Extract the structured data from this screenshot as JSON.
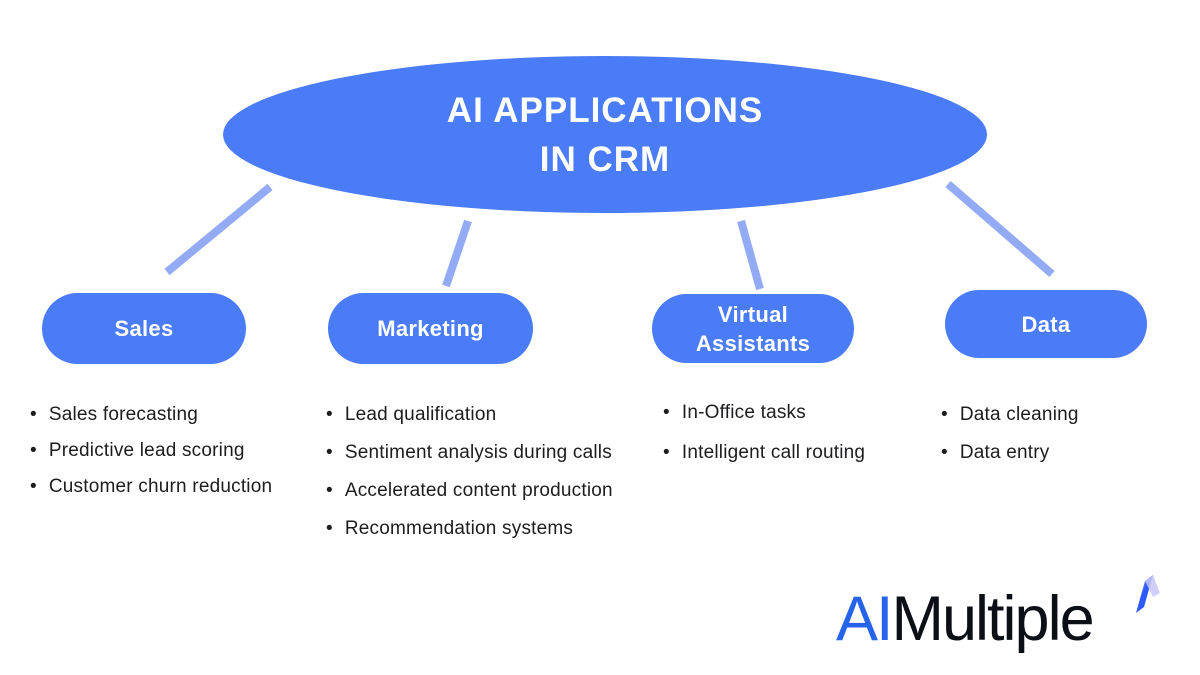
{
  "diagram": {
    "title_line1": "AI APPLICATIONS",
    "title_line2": "IN CRM"
  },
  "branches": [
    {
      "label": "Sales",
      "items": [
        "Sales forecasting",
        "Predictive lead scoring",
        "Customer churn reduction"
      ]
    },
    {
      "label": "Marketing",
      "items": [
        "Lead qualification",
        "Sentiment analysis during calls",
        "Accelerated content production",
        "Recommendation systems"
      ]
    },
    {
      "label": "Virtual Assistants",
      "items": [
        "In-Office tasks",
        "Intelligent call routing"
      ]
    },
    {
      "label": "Data",
      "items": [
        "Data cleaning",
        "Data entry"
      ]
    }
  ],
  "logo": {
    "part1": "AI",
    "part2": "Multiple"
  },
  "colors": {
    "node_blue": "#4A7CF7",
    "connector_blue": "#92ABF4",
    "logo_blue": "#2563EB",
    "logo_dark": "#0C0F16",
    "body_text": "#1D1D1F",
    "background": "#FFFFFF"
  }
}
